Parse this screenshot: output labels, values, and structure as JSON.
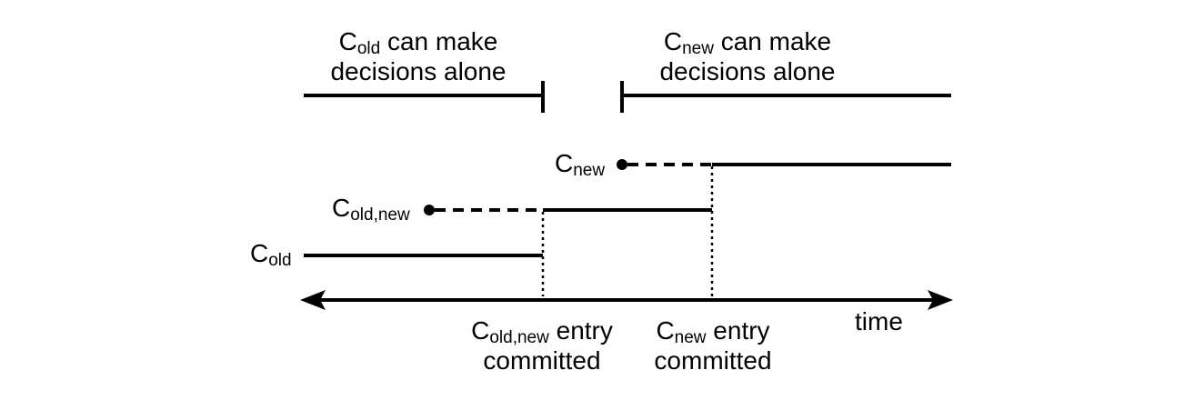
{
  "labels": {
    "cold_alone": {
      "base": "C",
      "sub": "old",
      "line1_rest": " can make",
      "line2": "decisions alone"
    },
    "cnew_alone": {
      "base": "C",
      "sub": "new",
      "line1_rest": " can make",
      "line2": "decisions alone"
    },
    "cnew_state": {
      "base": "C",
      "sub": "new"
    },
    "coldnew_state": {
      "base": "C",
      "sub": "old,new"
    },
    "cold_state": {
      "base": "C",
      "sub": "old"
    },
    "coldnew_committed": {
      "base": "C",
      "sub": "old,new",
      "line1_rest": " entry",
      "line2": "committed"
    },
    "cnew_committed": {
      "base": "C",
      "sub": "new",
      "line1_rest": " entry",
      "line2": "committed"
    },
    "time_axis": "time"
  },
  "colors": {
    "ink": "#000000",
    "background": "#ffffff"
  }
}
